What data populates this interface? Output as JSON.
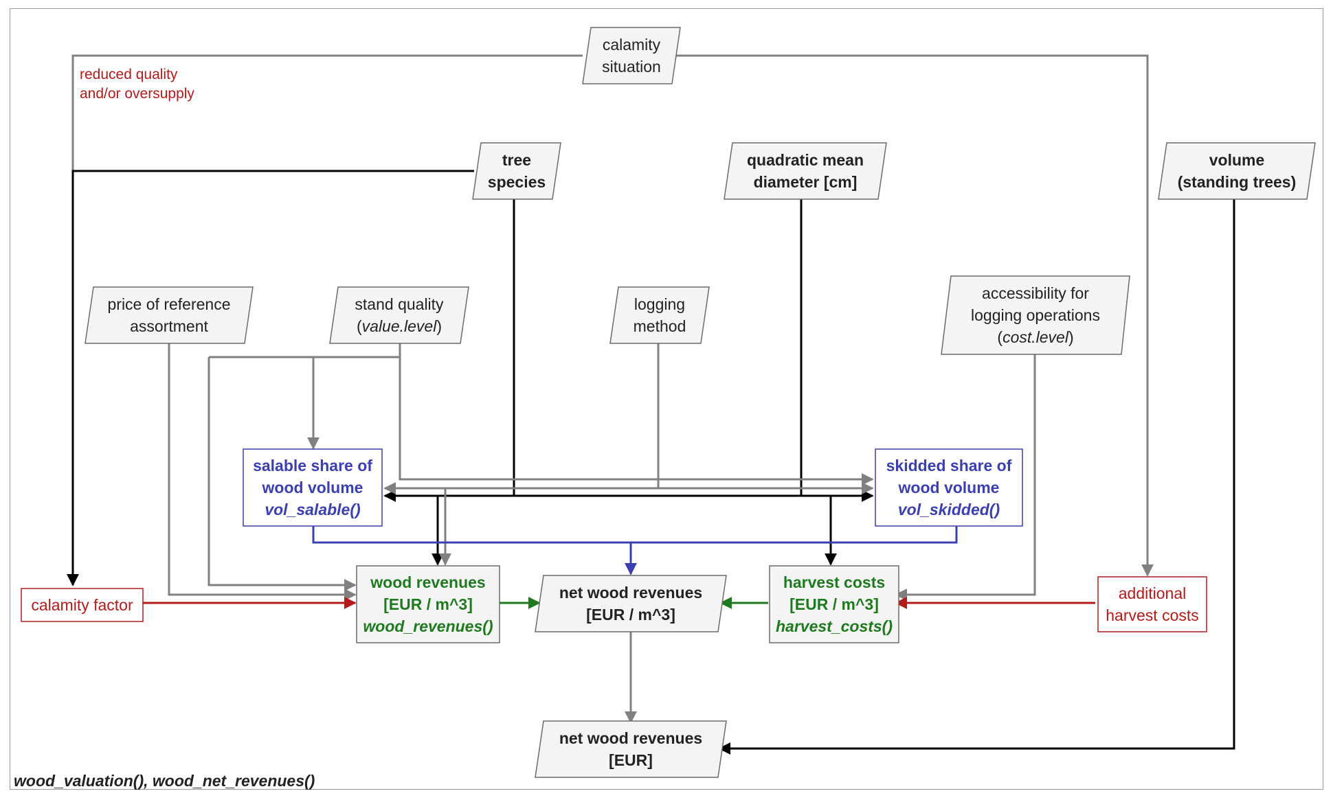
{
  "nodes": {
    "calamity_situation": [
      "calamity",
      "situation"
    ],
    "tree_species": [
      "tree",
      "species"
    ],
    "quadratic_mean_diameter": [
      "quadratic mean",
      "diameter [cm]"
    ],
    "volume_standing": [
      "volume",
      "(standing trees)"
    ],
    "price_reference": [
      "price of reference",
      "assortment"
    ],
    "stand_quality": [
      "stand quality",
      "(",
      "value.level",
      ")"
    ],
    "logging_method": [
      "logging",
      "method"
    ],
    "accessibility": [
      "accessibility for",
      "logging operations",
      "(",
      "cost.level",
      ")"
    ],
    "salable_share": [
      "salable share of",
      "wood volume",
      "vol_salable()"
    ],
    "skidded_share": [
      "skidded share of",
      "wood volume",
      "vol_skidded()"
    ],
    "calamity_factor": [
      "calamity factor"
    ],
    "wood_revenues": [
      "wood revenues",
      "[EUR / m^3]",
      "wood_revenues()"
    ],
    "net_wood_revenues_m3": [
      "net wood revenues",
      "[EUR / m^3]"
    ],
    "harvest_costs": [
      "harvest costs",
      "[EUR / m^3]",
      "harvest_costs()"
    ],
    "additional_harvest_costs": [
      "additional",
      "harvest costs"
    ],
    "net_wood_revenues_eur": [
      "net wood revenues",
      "[EUR]"
    ]
  },
  "annotation": [
    "reduced quality",
    "and/or oversupply"
  ],
  "footer": "wood_valuation(), wood_net_revenues()",
  "colors": {
    "gray_line": "#808080",
    "black_line": "#000000",
    "blue_line": "#3b3fb0",
    "green_line": "#1e7a1e",
    "red_line": "#b31b1b",
    "node_fill": "#f4f4f4",
    "node_border": "#6b6b6b"
  }
}
